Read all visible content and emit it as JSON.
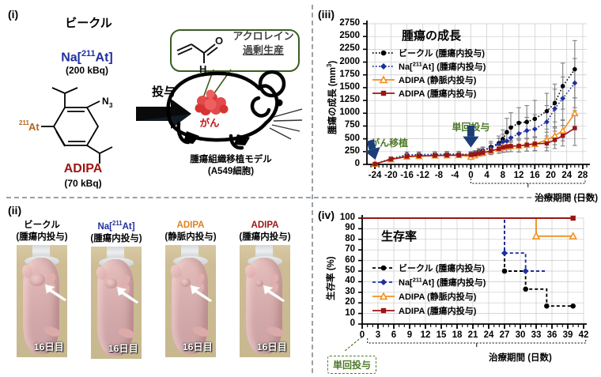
{
  "panels": {
    "i": {
      "tag": "(i)",
      "vehicle_label": "ビークル",
      "naat_label": "Na[211At]",
      "naat_label_base": "Na[",
      "naat_label_sup": "211",
      "naat_label_tail": "At]",
      "naat_dose": "(200 kBq)",
      "adipa_label": "ADIPA",
      "adipa_dose": "(70 kBq)",
      "structure_at_sup": "211",
      "structure_at": "At",
      "structure_n3": "N",
      "structure_n3_sub": "3",
      "arrow_label": "投与",
      "acrolein_line1": "アクロレイン",
      "acrolein_line2": "過剰生産",
      "acrolein_o": "O",
      "acrolein_h": "H",
      "tumor_label": "がん",
      "model_line1": "腫瘍組織移植モデル",
      "model_line2": "(A549細胞)"
    },
    "ii": {
      "tag": "(ii)",
      "columns": [
        {
          "title": "ビークル",
          "subtitle": "(腫瘍内投与)",
          "color": "#000000",
          "day_label": "16日目",
          "tumor_w": 20,
          "tumor_h": 16,
          "tumor_x": 16,
          "tumor_y": 36
        },
        {
          "title": "Na[211At]",
          "subtitle": "(腫瘍内投与)",
          "color": "#1f2fa0",
          "day_label": "16日目",
          "tumor_w": 15,
          "tumor_h": 13,
          "tumor_x": 18,
          "tumor_y": 40
        },
        {
          "title": "ADIPA",
          "subtitle": "(静脈内投与)",
          "color": "#e08020",
          "day_label": "16日目",
          "tumor_w": 13,
          "tumor_h": 11,
          "tumor_x": 19,
          "tumor_y": 42
        },
        {
          "title": "ADIPA",
          "subtitle": "(腫瘍内投与)",
          "color": "#9c1515",
          "day_label": "16日目",
          "tumor_w": 10,
          "tumor_h": 9,
          "tumor_x": 20,
          "tumor_y": 44
        }
      ]
    },
    "iii": {
      "tag": "(iii)"
    },
    "iv": {
      "tag": "(iv)"
    }
  },
  "colors": {
    "vehicle": "#000000",
    "naat": "#1f2fa0",
    "adipa_iv": "#f29020",
    "adipa_it": "#9c1515",
    "error_bar": "#808080",
    "annotation_green": "#4f7a2a",
    "arrow_navy": "#1b3e78",
    "grid": "#c9c9c9"
  },
  "chart_data": [
    {
      "id": "tumor-growth",
      "type": "line",
      "title": "腫瘍の成長",
      "xlabel": "治療期間 (日数)",
      "ylabel": "腫瘍の成長 (mm3)",
      "ylabel_base": "腫瘍の成長 (mm",
      "ylabel_sup": "3",
      "ylabel_tail": ")",
      "xlim": [
        -26,
        29
      ],
      "ylim": [
        0,
        2750
      ],
      "yticks": [
        0,
        250,
        500,
        750,
        1000,
        1250,
        1500,
        1750,
        2000,
        2250,
        2500,
        2750
      ],
      "xticks": [
        -24,
        -20,
        -16,
        -12,
        -8,
        -4,
        0,
        4,
        8,
        12,
        16,
        20,
        24,
        28
      ],
      "grid": true,
      "legend_position": "upper-left",
      "annotations": [
        {
          "text": "がん移植",
          "x": -24,
          "y": 500
        },
        {
          "text": "単回投与",
          "x": 0,
          "y": 800
        }
      ],
      "x": [
        -24,
        -20,
        -16,
        -13,
        -9,
        -6,
        -3,
        0,
        1,
        2,
        3,
        5,
        7,
        8,
        9,
        10,
        12,
        14,
        16,
        19,
        21,
        23,
        26
      ],
      "series": [
        {
          "name": "ビークル (腫瘍内投与)",
          "color": "#000000",
          "marker": "circle",
          "line": "dotted",
          "values": [
            10,
            110,
            185,
            190,
            195,
            200,
            200,
            195,
            210,
            250,
            270,
            340,
            415,
            495,
            630,
            720,
            810,
            830,
            890,
            1040,
            1200,
            1530,
            1860
          ],
          "errors": [
            5,
            40,
            55,
            55,
            55,
            55,
            55,
            55,
            55,
            60,
            70,
            110,
            140,
            180,
            270,
            290,
            300,
            320,
            360,
            350,
            370,
            450,
            560
          ]
        },
        {
          "name": "Na[211At] (腫瘍内投与)",
          "color": "#1f2fa0",
          "marker": "diamond",
          "line": "dotted",
          "values": [
            10,
            105,
            190,
            188,
            195,
            198,
            200,
            190,
            215,
            245,
            265,
            320,
            390,
            440,
            455,
            520,
            600,
            660,
            690,
            830,
            1090,
            1290,
            1590
          ],
          "errors": [
            5,
            38,
            52,
            52,
            52,
            52,
            52,
            52,
            52,
            55,
            62,
            95,
            120,
            150,
            160,
            195,
            230,
            260,
            280,
            320,
            380,
            420,
            480
          ]
        },
        {
          "name": "ADIPA (静脈内投与)",
          "color": "#f29020",
          "marker": "triangle",
          "line": "solid",
          "values": [
            8,
            95,
            150,
            160,
            170,
            175,
            178,
            145,
            175,
            210,
            225,
            260,
            300,
            330,
            345,
            355,
            360,
            380,
            395,
            480,
            560,
            660,
            1000
          ],
          "errors": [
            4,
            35,
            45,
            45,
            45,
            45,
            45,
            45,
            45,
            50,
            55,
            70,
            85,
            95,
            100,
            105,
            115,
            120,
            130,
            150,
            175,
            200,
            300
          ]
        },
        {
          "name": "ADIPA (腫瘍内投与)",
          "color": "#9c1515",
          "marker": "square",
          "line": "solid",
          "values": [
            8,
            100,
            155,
            165,
            172,
            178,
            180,
            185,
            195,
            215,
            230,
            265,
            305,
            335,
            350,
            358,
            362,
            385,
            405,
            410,
            480,
            560,
            710
          ],
          "errors": [
            4,
            36,
            46,
            46,
            46,
            46,
            46,
            46,
            46,
            50,
            56,
            72,
            88,
            98,
            105,
            110,
            118,
            125,
            135,
            145,
            170,
            200,
            340
          ]
        }
      ]
    },
    {
      "id": "survival",
      "type": "line",
      "title": "生存率",
      "xlabel": "治療期間 (日数)",
      "ylabel": "生存率 (%)",
      "xlim": [
        0,
        42
      ],
      "ylim": [
        0,
        100
      ],
      "yticks": [
        0,
        10,
        20,
        30,
        40,
        50,
        60,
        70,
        80,
        90,
        100
      ],
      "xticks": [
        0,
        3,
        6,
        9,
        12,
        15,
        18,
        21,
        24,
        27,
        30,
        33,
        36,
        39,
        42
      ],
      "grid": true,
      "legend_position": "middle-left",
      "annotations": [
        {
          "text": "単回投与",
          "x": 0,
          "y": 0
        }
      ],
      "series": [
        {
          "name": "ビークル (腫瘍内投与)",
          "color": "#000000",
          "marker": "circle",
          "line": "dashed",
          "steps": [
            {
              "x": 0,
              "y": 100
            },
            {
              "x": 27,
              "y": 100
            },
            {
              "x": 27,
              "y": 50
            },
            {
              "x": 31,
              "y": 50
            },
            {
              "x": 31,
              "y": 33
            },
            {
              "x": 35,
              "y": 33
            },
            {
              "x": 35,
              "y": 17
            },
            {
              "x": 40,
              "y": 17
            }
          ],
          "markers": [
            {
              "x": 27,
              "y": 50
            },
            {
              "x": 31,
              "y": 33
            },
            {
              "x": 35,
              "y": 17
            },
            {
              "x": 40,
              "y": 17
            }
          ]
        },
        {
          "name": "Na[211At] (腫瘍内投与)",
          "color": "#1f2fa0",
          "marker": "diamond",
          "line": "dashed",
          "steps": [
            {
              "x": 0,
              "y": 100
            },
            {
              "x": 27,
              "y": 100
            },
            {
              "x": 27,
              "y": 67
            },
            {
              "x": 31,
              "y": 67
            },
            {
              "x": 31,
              "y": 50
            },
            {
              "x": 35,
              "y": 50
            }
          ],
          "markers": [
            {
              "x": 27,
              "y": 67
            },
            {
              "x": 31,
              "y": 50
            }
          ]
        },
        {
          "name": "ADIPA (静脈内投与)",
          "color": "#f29020",
          "marker": "triangle",
          "line": "solid",
          "steps": [
            {
              "x": 0,
              "y": 100
            },
            {
              "x": 33,
              "y": 100
            },
            {
              "x": 33,
              "y": 83
            },
            {
              "x": 40,
              "y": 83
            }
          ],
          "markers": [
            {
              "x": 33,
              "y": 83
            },
            {
              "x": 40,
              "y": 83
            }
          ]
        },
        {
          "name": "ADIPA (腫瘍内投与)",
          "color": "#9c1515",
          "marker": "square",
          "line": "solid",
          "steps": [
            {
              "x": 0,
              "y": 100
            },
            {
              "x": 40,
              "y": 100
            }
          ],
          "markers": [
            {
              "x": 40,
              "y": 100
            }
          ]
        }
      ]
    }
  ]
}
